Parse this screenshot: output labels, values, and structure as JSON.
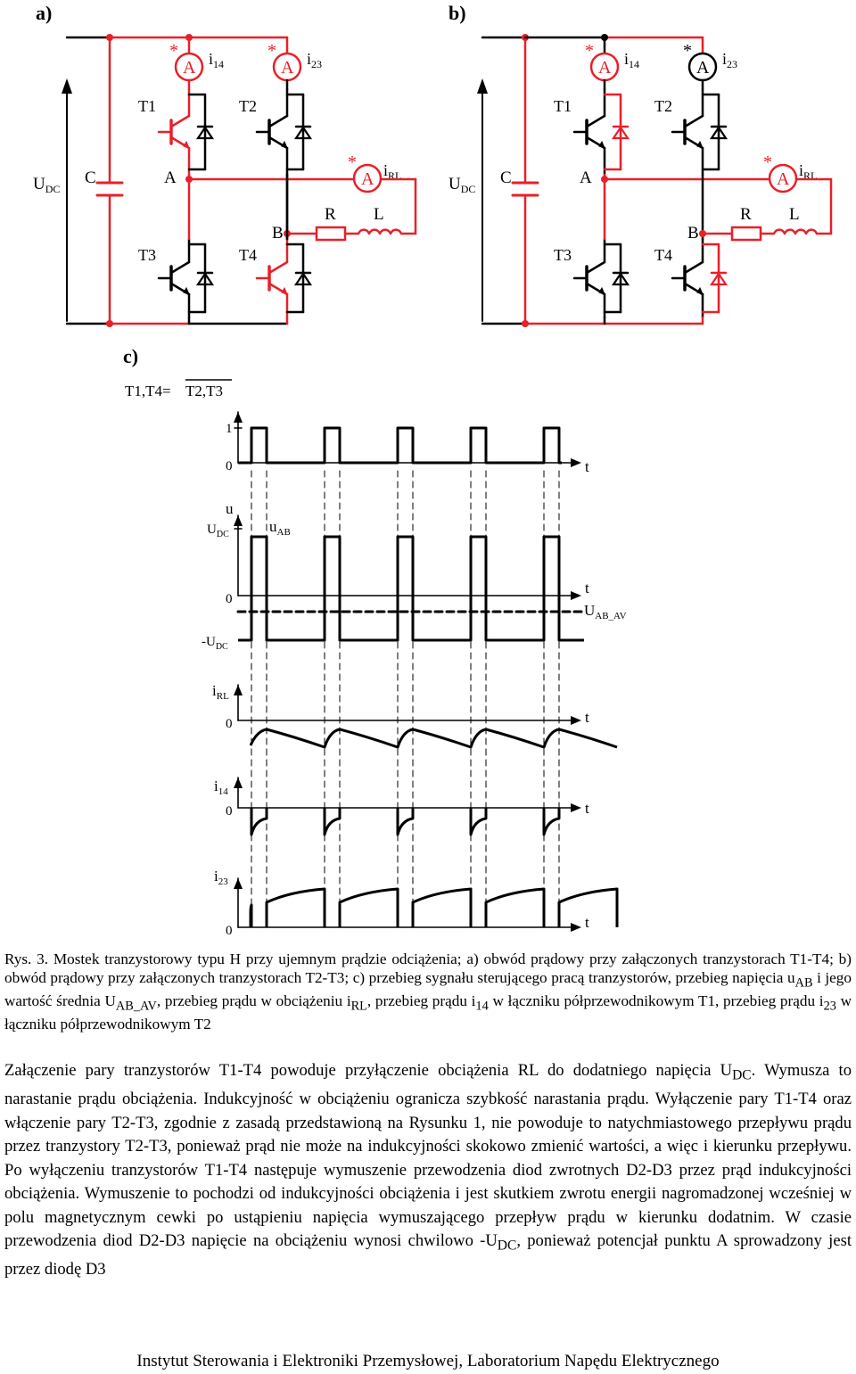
{
  "panels": {
    "a": "a)",
    "b": "b)",
    "c": "c)"
  },
  "circuit": {
    "udc": "U",
    "udc_sub": "DC",
    "cap": "C",
    "t1": "T1",
    "t2": "T2",
    "t3": "T3",
    "t4": "T4",
    "node_a": "A",
    "node_b": "B",
    "r": "R",
    "l": "L",
    "ammeter": "A",
    "star": "*",
    "i14": "i",
    "i14_sub": "14",
    "i23": "i",
    "i23_sub": "23",
    "irl": "i",
    "irl_sub": "RL"
  },
  "timing": {
    "title_left": "T1,T4= ",
    "title_right": "T2,T3",
    "tick_1": "1",
    "zero": "0",
    "t": "t",
    "u": "u",
    "udc": "U",
    "udc_sub": "DC",
    "uab": "u",
    "uab_sub": "AB",
    "neg_udc": "-U",
    "neg_udc_sub": "DC",
    "uabav": "U",
    "uabav_sub": "AB_AV",
    "irl": "i",
    "irl_sub": "RL",
    "i14": "i",
    "i14_sub": "14",
    "i23": "i",
    "i23_sub": "23"
  },
  "colors": {
    "active": "#e8202a",
    "black": "#000000"
  },
  "caption": {
    "text": "Rys. 3. Mostek tranzystorowy typu H przy ujemnym prądzie odciążenia; a) obwód prądowy przy załączonych tranzystorach T1-T4; b) obwód prądowy przy załączonych tranzystorach T2-T3; c) przebieg sygnału sterującego pracą tranzystorów, przebieg napięcia u",
    "sub1": "AB",
    "text2": " i jego wartość średnia U",
    "sub2": "AB_AV",
    "text3": ", przebieg prądu w obciążeniu i",
    "sub3": "RL",
    "text4": ", przebieg prądu i",
    "sub4": "14",
    "text5": " w łączniku półprzewodnikowym T1, przebieg prądu i",
    "sub5": "23",
    "text6": " w łączniku półprzewodnikowym T2"
  },
  "paragraph": {
    "p1": "Załączenie pary tranzystorów T1-T4 powoduje przyłączenie obciążenia RL do dodatniego napięcia U",
    "p1_sub": "DC",
    "p2": ". Wymusza to narastanie prądu obciążenia. Indukcyjność w obciążeniu ogranicza szybkość narastania prądu. Wyłączenie pary T1-T4 oraz włączenie pary T2-T3, zgodnie z zasadą przedstawioną na Rysunku 1, nie powoduje to natychmiastowego przepływu prądu przez tranzystory T2-T3, ponieważ prąd nie może na indukcyjności skokowo zmienić wartości, a więc i kierunku przepływu. Po wyłączeniu tranzystorów T1-T4 następuje wymuszenie przewodzenia diod zwrotnych D2-D3 przez prąd indukcyjności obciążenia. Wymuszenie to pochodzi od indukcyjności obciążenia i jest skutkiem zwrotu energii nagromadzonej wcześniej w polu magnetycznym cewki po ustąpieniu napięcia wymuszającego przepływ prądu w kierunku dodatnim. W czasie przewodzenia diod D2-D3 napięcie na obciążeniu wynosi chwilowo -U",
    "p2_sub": "DC",
    "p3": ", ponieważ potencjał punktu A sprowadzony jest przez diodę D3"
  },
  "footer": "Instytut Sterowania i Elektroniki Przemysłowej, Laboratorium Napędu Elektrycznego"
}
